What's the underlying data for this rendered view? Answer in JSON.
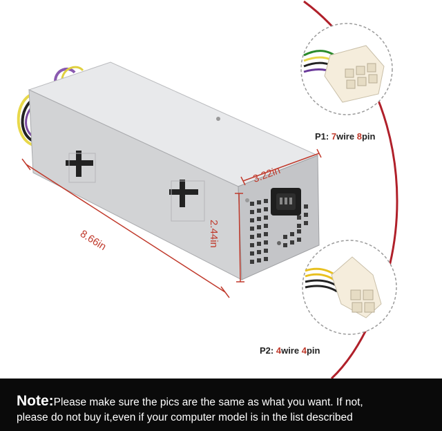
{
  "connectors": {
    "p1": {
      "prefix": "P1: ",
      "wires": "7",
      "wire_word": "wire ",
      "pins": "8",
      "pin_word": "pin"
    },
    "p2": {
      "prefix": "P2: ",
      "wires": "4",
      "wire_word": "wire ",
      "pins": "4",
      "pin_word": "pin"
    }
  },
  "dimensions": {
    "length": "8.66in",
    "width": "3.22in",
    "height": "2.44in"
  },
  "note": {
    "head": "Note:",
    "line1": "Please make sure the pics are the same as what you want. If not,",
    "line2": "please do not buy it,even if your computer model is in the list described"
  },
  "colors": {
    "accent_red": "#c0392b",
    "note_bg": "#0a0a0a",
    "psu_silver": "#d2d3d5"
  }
}
